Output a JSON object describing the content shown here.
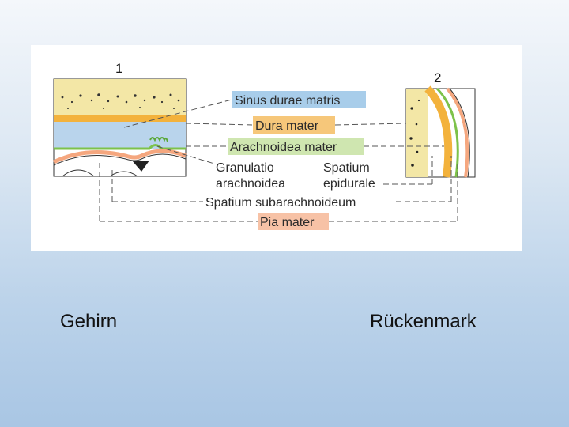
{
  "figure": {
    "panel_1_number": "1",
    "panel_2_number": "2",
    "labels": {
      "sinus": "Sinus durae matris",
      "dura": "Dura mater",
      "arachnoidea": "Arachnoidea mater",
      "granulatio_1": "Granulatio",
      "granulatio_2": "arachnoidea",
      "epidurale_1": "Spatium",
      "epidurale_2": "epidurale",
      "subarachnoideum": "Spatium subarachnoideum",
      "pia": "Pia mater"
    },
    "colors": {
      "bone": "#f3e7a6",
      "dura": "#f3b23c",
      "arachnoid": "#7dc24a",
      "csf": "#b9d4ec",
      "pia": "#f5a77f",
      "label_blue": "#a8cdea",
      "label_orange": "#f6c77a",
      "label_green": "#cfe6b0",
      "label_salmon": "#f7c2a6"
    }
  },
  "captions": {
    "left": "Gehirn",
    "right": "Rückenmark"
  }
}
